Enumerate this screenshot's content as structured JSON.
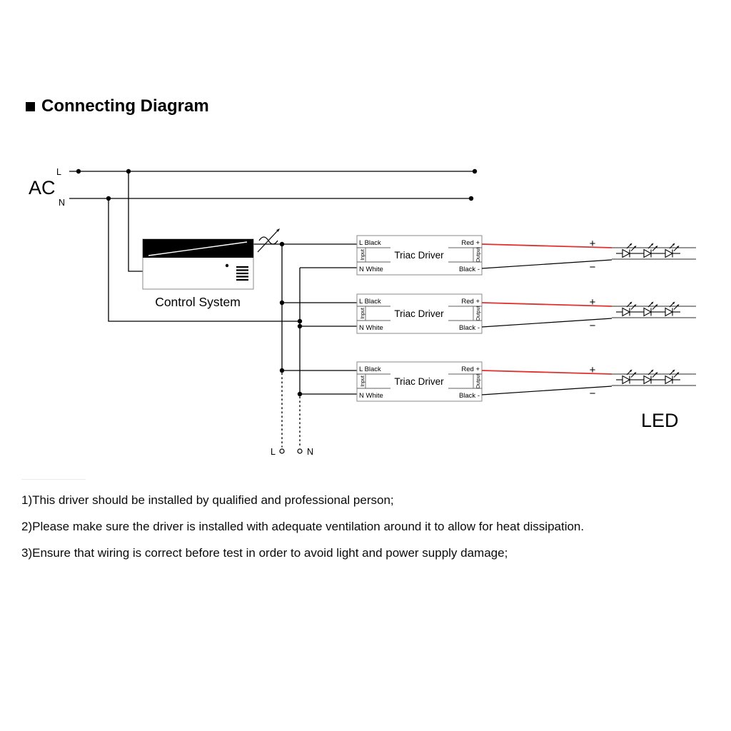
{
  "title": {
    "text": "Connecting Diagram"
  },
  "mains": {
    "ac": "AC",
    "l": "L",
    "n": "N"
  },
  "control_system": {
    "label": "Control System"
  },
  "driver": {
    "name": "Triac Driver",
    "input_label": "Input",
    "output_label": "Output",
    "input_l": "L Black",
    "input_n": "N White",
    "output_pos": "Red +",
    "output_neg": "Black -"
  },
  "led": {
    "label": "LED",
    "plus": "+",
    "minus": "−"
  },
  "bottom_terminals": {
    "l": "L",
    "n": "N"
  },
  "notes": [
    "1)This driver should be installed by qualified and professional person;",
    "2)Please make sure the driver is installed with adequate ventilation around it to allow for heat dissipation.",
    "3)Ensure that wiring is correct before test in order to avoid light and power supply damage;"
  ],
  "colors": {
    "red_wire": "#e0302e",
    "wire": "#000000"
  }
}
